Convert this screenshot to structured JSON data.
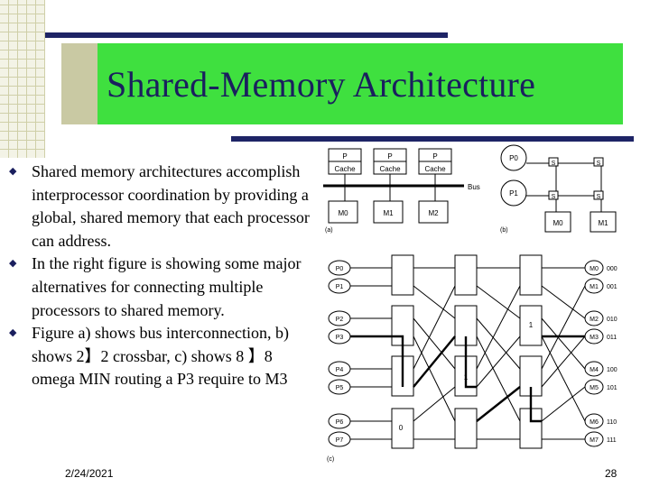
{
  "slide": {
    "title": "Shared-Memory Architecture",
    "bullets": [
      "Shared memory architectures accomplish interprocessor coordination by providing a global, shared memory that each processor can address.",
      "In the right figure is showing some major alternatives for connecting multiple processors to shared memory.",
      "Figure a) shows bus interconnection, b) shows 2】2 crossbar, c) shows 8 】8 omega MIN routing a P3 require to M3"
    ],
    "bullet_icon": "diamond-bullet-icon",
    "date": "2/24/2021",
    "page_number": "28"
  },
  "figure": {
    "a": {
      "caption": "(a)",
      "processor_label": "P",
      "cache_label": "Cache",
      "bus_label": "Bus",
      "memories": [
        "M0",
        "M1",
        "M2"
      ]
    },
    "b": {
      "caption": "(b)",
      "processors": [
        "P0",
        "P1"
      ],
      "switch_label": "S",
      "memories": [
        "M0",
        "M1"
      ]
    },
    "c": {
      "caption": "(c)",
      "processors": [
        "P0",
        "P1",
        "P2",
        "P3",
        "P4",
        "P5",
        "P6",
        "P7"
      ],
      "memories": [
        "M0",
        "M1",
        "M2",
        "M3",
        "M4",
        "M5",
        "M6",
        "M7"
      ],
      "addresses": [
        "000",
        "001",
        "010",
        "011",
        "100",
        "101",
        "110",
        "111"
      ],
      "switch_settings": [
        "1",
        "1",
        "0"
      ]
    }
  },
  "colors": {
    "title_bg": "#3fe03f",
    "title_text": "#1a1f5e",
    "accent_bar": "#1e2466"
  }
}
